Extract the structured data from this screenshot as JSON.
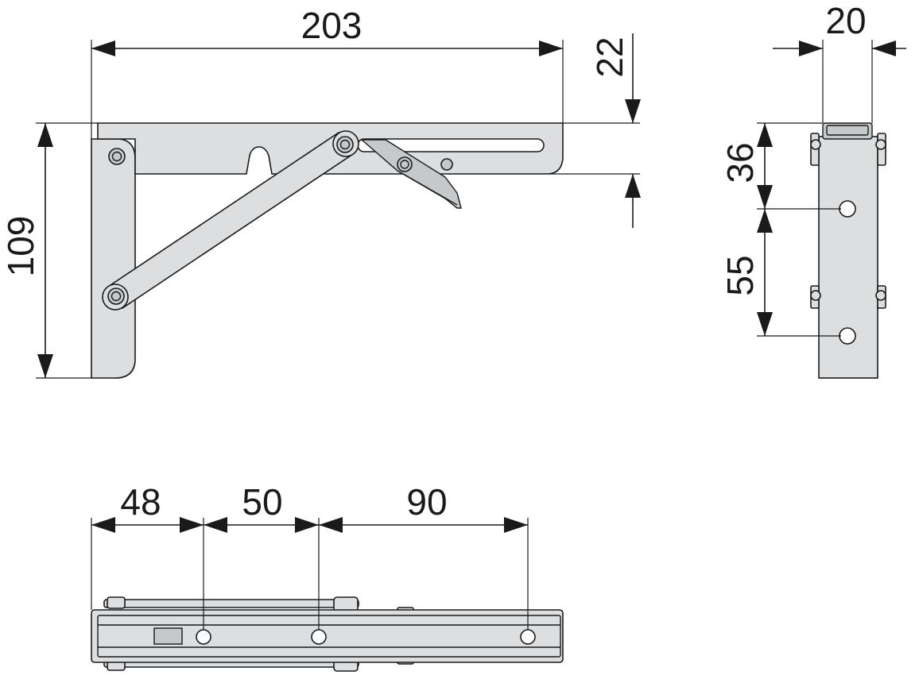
{
  "dimensions": {
    "length": "203",
    "arm_height": "22",
    "total_height": "109",
    "width": "20",
    "hole_offset_top": "36",
    "hole_spacing_side": "55",
    "hole_offset_first": "48",
    "hole_spacing_1": "50",
    "hole_spacing_2": "90"
  }
}
